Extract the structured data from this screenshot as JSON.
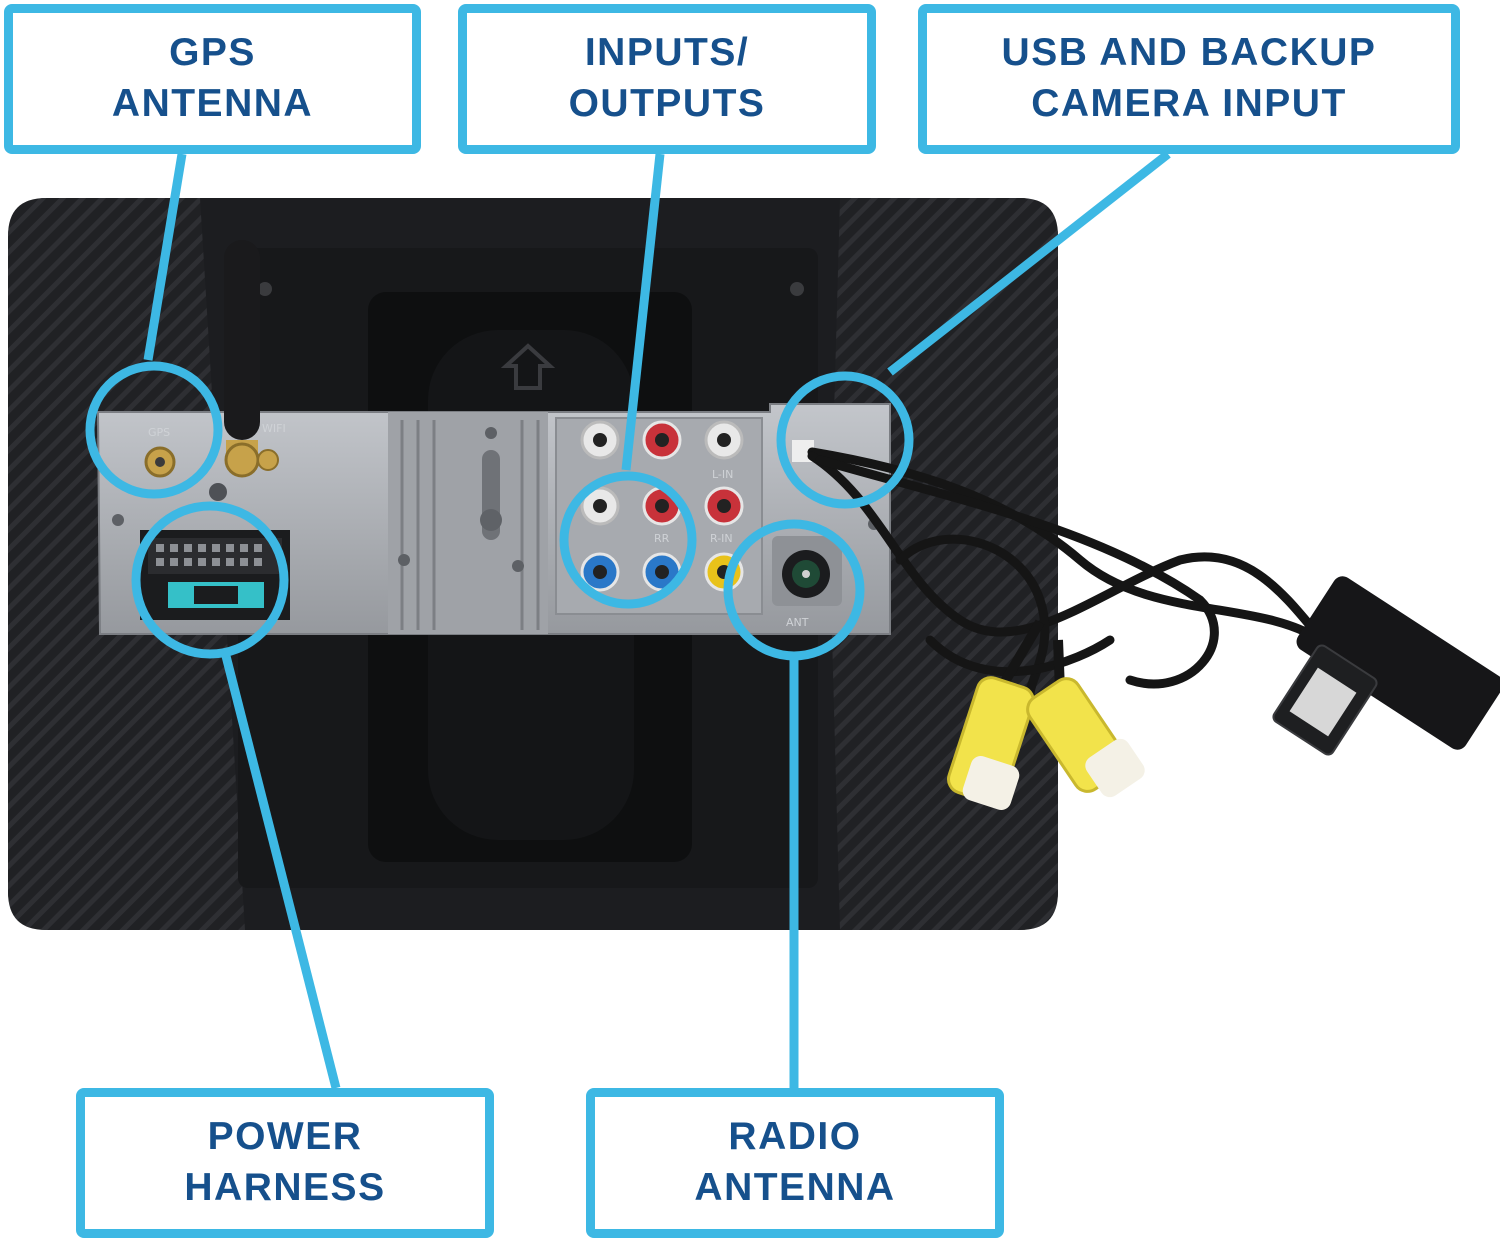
{
  "callouts": {
    "gps_antenna": {
      "line1": "GPS",
      "line2": "ANTENNA"
    },
    "inputs_outputs": {
      "line1": "INPUTS/",
      "line2": "OUTPUTS"
    },
    "usb_backup_camera": {
      "line1": "USB AND BACKUP",
      "line2": "CAMERA INPUT"
    },
    "power_harness": {
      "line1": "POWER",
      "line2": "HARNESS"
    },
    "radio_antenna": {
      "line1": "RADIO",
      "line2": "ANTENNA"
    }
  },
  "colors": {
    "callout_border": "#3db8e4",
    "callout_text": "#16508c",
    "device_body": "#1c1d20",
    "chassis": "#a9acb1",
    "rca_red": "#c8323a",
    "rca_white": "#e8e8e8",
    "rca_blue": "#2a78c8",
    "rca_yellow": "#e8c21a"
  },
  "icons": [
    "rca-jack-icon",
    "sma-connector-icon",
    "wire-harness-icon",
    "usb-plug-icon",
    "arrow-up-icon"
  ]
}
